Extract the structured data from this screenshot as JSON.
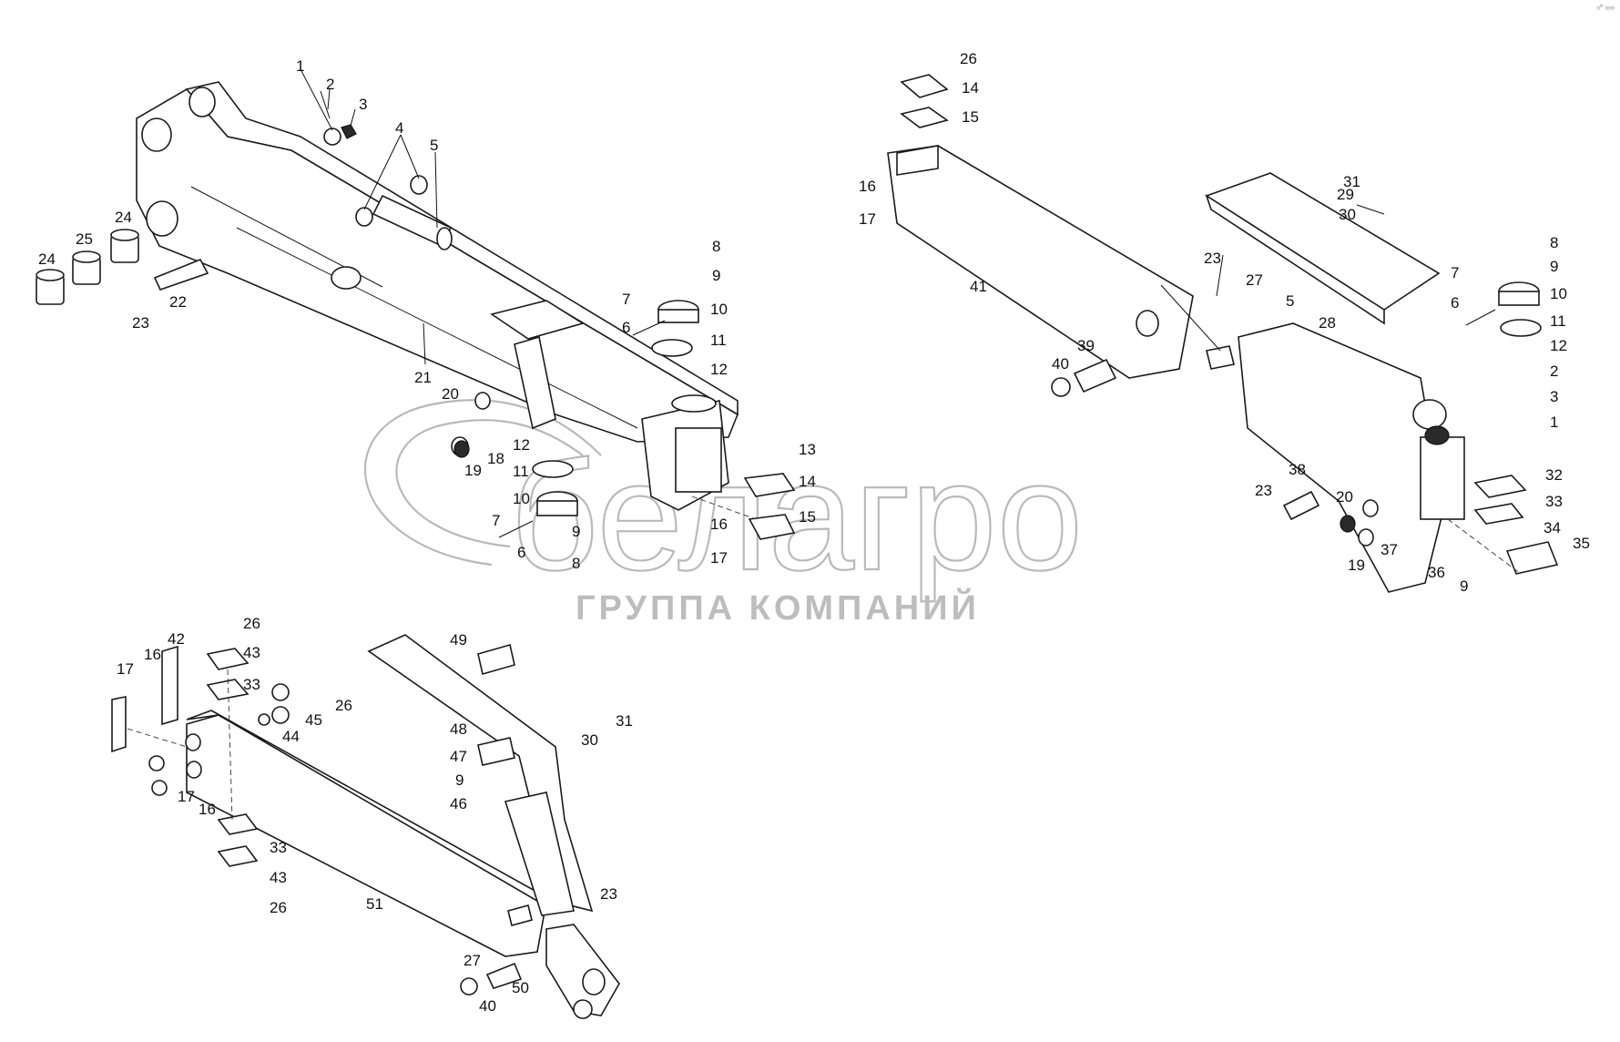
{
  "watermark": {
    "brand": "белагро",
    "subtitle": "ГРУППА КОМПАНИЙ"
  },
  "corner_mark": "ₒᵒ ₒₒₒ",
  "colors": {
    "line": "#1a1a1a",
    "watermark": "#b9b9b9",
    "background": "#ffffff"
  },
  "callouts": {
    "top_left": [
      {
        "id": "tl1",
        "text": "1"
      },
      {
        "id": "tl2",
        "text": "2"
      },
      {
        "id": "tl3",
        "text": "3"
      },
      {
        "id": "tl4",
        "text": "4"
      },
      {
        "id": "tl5",
        "text": "5"
      },
      {
        "id": "tl24a",
        "text": "24"
      },
      {
        "id": "tl25",
        "text": "25"
      },
      {
        "id": "tl24b",
        "text": "24"
      },
      {
        "id": "tl22",
        "text": "22"
      },
      {
        "id": "tl23",
        "text": "23"
      },
      {
        "id": "tl21",
        "text": "21"
      },
      {
        "id": "tl8a",
        "text": "8"
      },
      {
        "id": "tl9a",
        "text": "9"
      },
      {
        "id": "tl7a",
        "text": "7"
      },
      {
        "id": "tl10a",
        "text": "10"
      },
      {
        "id": "tl6a",
        "text": "6"
      },
      {
        "id": "tl11a",
        "text": "11"
      },
      {
        "id": "tl12a",
        "text": "12"
      },
      {
        "id": "tl20",
        "text": "20"
      },
      {
        "id": "tl18",
        "text": "18"
      },
      {
        "id": "tl19",
        "text": "19"
      },
      {
        "id": "tl12b",
        "text": "12"
      },
      {
        "id": "tl11b",
        "text": "11"
      },
      {
        "id": "tl10b",
        "text": "10"
      },
      {
        "id": "tl7b",
        "text": "7"
      },
      {
        "id": "tl6b",
        "text": "6"
      },
      {
        "id": "tl9b",
        "text": "9"
      },
      {
        "id": "tl8b",
        "text": "8"
      },
      {
        "id": "tl13",
        "text": "13"
      },
      {
        "id": "tl14",
        "text": "14"
      },
      {
        "id": "tl15",
        "text": "15"
      },
      {
        "id": "tl16",
        "text": "16"
      },
      {
        "id": "tl17",
        "text": "17"
      }
    ],
    "top_right": [
      {
        "id": "tr26",
        "text": "26"
      },
      {
        "id": "tr14",
        "text": "14"
      },
      {
        "id": "tr15",
        "text": "15"
      },
      {
        "id": "tr16",
        "text": "16"
      },
      {
        "id": "tr17",
        "text": "17"
      },
      {
        "id": "tr41",
        "text": "41"
      },
      {
        "id": "tr31",
        "text": "31"
      },
      {
        "id": "tr29",
        "text": "29"
      },
      {
        "id": "tr30",
        "text": "30"
      },
      {
        "id": "tr23a",
        "text": "23"
      },
      {
        "id": "tr27",
        "text": "27"
      },
      {
        "id": "tr5",
        "text": "5"
      },
      {
        "id": "tr28",
        "text": "28"
      },
      {
        "id": "tr39",
        "text": "39"
      },
      {
        "id": "tr40",
        "text": "40"
      },
      {
        "id": "tr8",
        "text": "8"
      },
      {
        "id": "tr9a",
        "text": "9"
      },
      {
        "id": "tr7",
        "text": "7"
      },
      {
        "id": "tr10",
        "text": "10"
      },
      {
        "id": "tr6",
        "text": "6"
      },
      {
        "id": "tr11",
        "text": "11"
      },
      {
        "id": "tr12",
        "text": "12"
      },
      {
        "id": "tr2",
        "text": "2"
      },
      {
        "id": "tr3",
        "text": "3"
      },
      {
        "id": "tr1",
        "text": "1"
      },
      {
        "id": "tr32",
        "text": "32"
      },
      {
        "id": "tr33",
        "text": "33"
      },
      {
        "id": "tr38",
        "text": "38"
      },
      {
        "id": "tr23b",
        "text": "23"
      },
      {
        "id": "tr20",
        "text": "20"
      },
      {
        "id": "tr37",
        "text": "37"
      },
      {
        "id": "tr19",
        "text": "19"
      },
      {
        "id": "tr36",
        "text": "36"
      },
      {
        "id": "tr9b",
        "text": "9"
      },
      {
        "id": "tr34",
        "text": "34"
      },
      {
        "id": "tr35",
        "text": "35"
      }
    ],
    "bottom": [
      {
        "id": "b26a",
        "text": "26"
      },
      {
        "id": "b42",
        "text": "42"
      },
      {
        "id": "b16a",
        "text": "16"
      },
      {
        "id": "b17a",
        "text": "17"
      },
      {
        "id": "b43a",
        "text": "43"
      },
      {
        "id": "b33a",
        "text": "33"
      },
      {
        "id": "b26b",
        "text": "26"
      },
      {
        "id": "b45",
        "text": "45"
      },
      {
        "id": "b44",
        "text": "44"
      },
      {
        "id": "b17b",
        "text": "17"
      },
      {
        "id": "b16b",
        "text": "16"
      },
      {
        "id": "b49",
        "text": "49"
      },
      {
        "id": "b48",
        "text": "48"
      },
      {
        "id": "b47",
        "text": "47"
      },
      {
        "id": "b9",
        "text": "9"
      },
      {
        "id": "b46",
        "text": "46"
      },
      {
        "id": "b31",
        "text": "31"
      },
      {
        "id": "b30",
        "text": "30"
      },
      {
        "id": "b33b",
        "text": "33"
      },
      {
        "id": "b43b",
        "text": "43"
      },
      {
        "id": "b26c",
        "text": "26"
      },
      {
        "id": "b51",
        "text": "51"
      },
      {
        "id": "b23",
        "text": "23"
      },
      {
        "id": "b27",
        "text": "27"
      },
      {
        "id": "b50",
        "text": "50"
      },
      {
        "id": "b40",
        "text": "40"
      }
    ]
  }
}
